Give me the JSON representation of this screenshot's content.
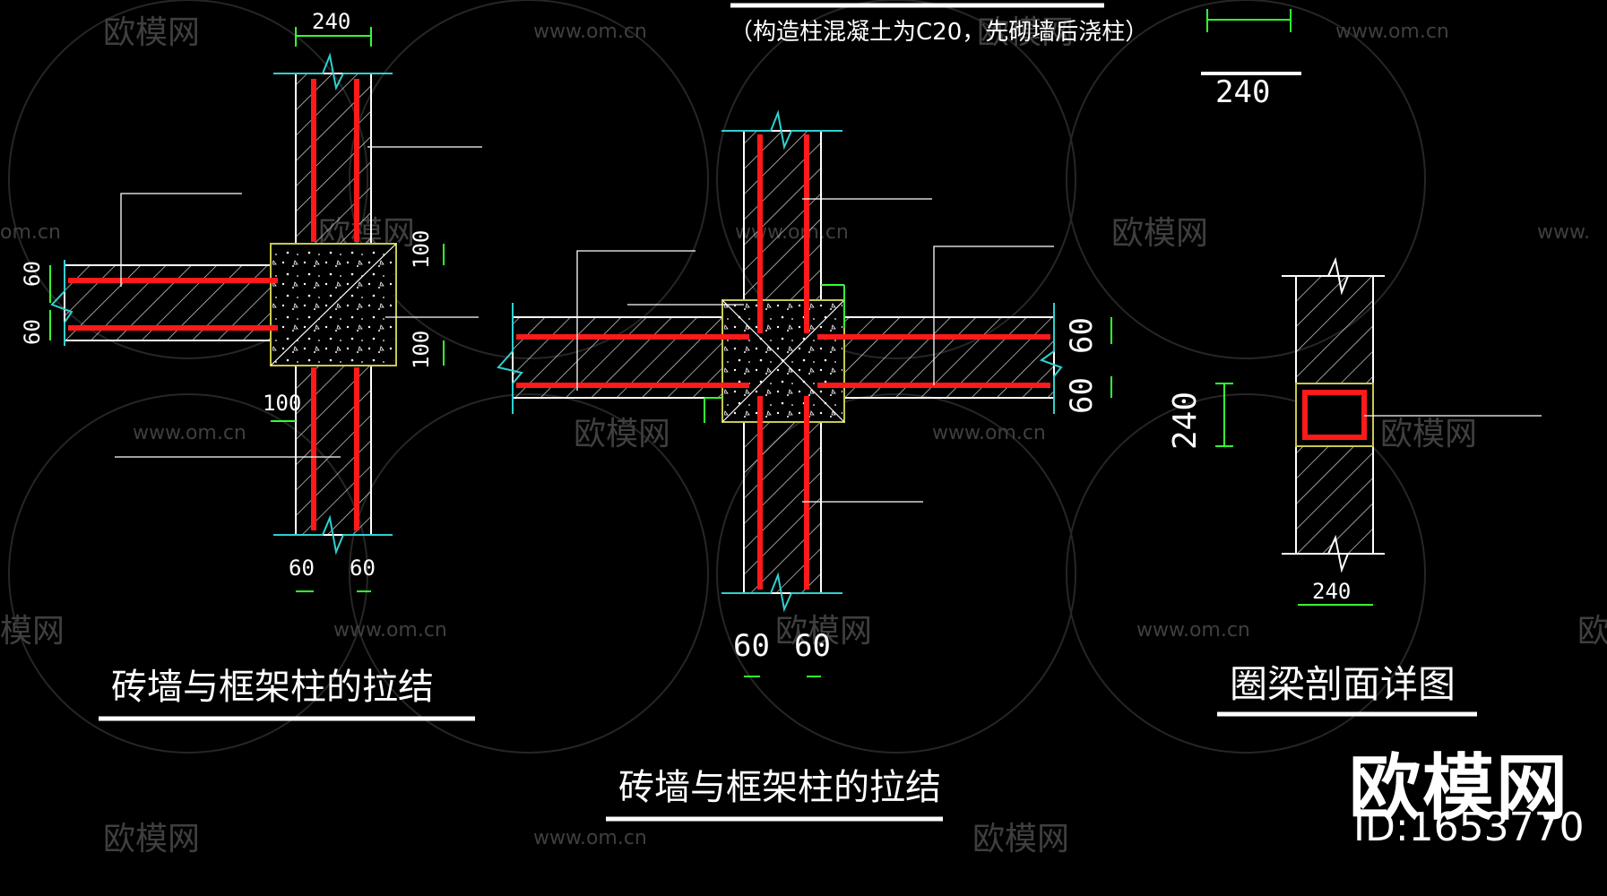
{
  "watermark": {
    "url": "www.om.cn",
    "url_short": "om.cn",
    "url_partial": "www.",
    "brand": "欧模网",
    "brand_partial_left": "模网",
    "brand_partial_right": "欧"
  },
  "footer_brand": {
    "name": "欧模网",
    "id": "ID:1653770"
  },
  "note": "（构造柱混凝土为C20，先砌墙后浇柱）",
  "drawings": {
    "left": {
      "title": "砖墙与框架柱的拉结",
      "dims": {
        "top": "240",
        "left_upper": "60",
        "left_lower": "60",
        "right_upper": "100",
        "right_lower": "100",
        "bottom_left": "100",
        "foot_a": "60",
        "foot_b": "60"
      }
    },
    "middle": {
      "title": "砖墙与框架柱的拉结",
      "dims": {
        "right_upper": "60",
        "right_lower": "60",
        "foot_a": "60",
        "foot_b": "60"
      }
    },
    "right": {
      "title": "圈梁剖面详图",
      "dims": {
        "top": "240",
        "side": "240",
        "bottom": "240"
      }
    }
  },
  "colors": {
    "background": "#000000",
    "rebar": "#ff1a1a",
    "dimension": "#33ff33",
    "outline": "#ffffff",
    "hatch": "#d9d9d9",
    "concrete_box": "#c8c850",
    "leader": "#2fd0d0",
    "watermark": "#3f3f3f"
  }
}
